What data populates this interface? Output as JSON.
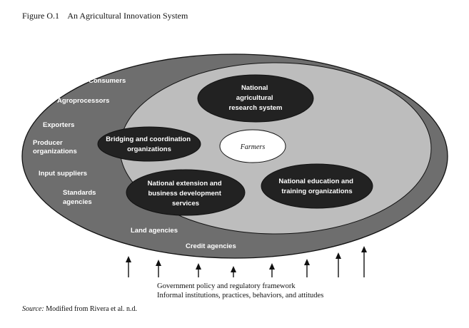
{
  "figure": {
    "number": "Figure O.1",
    "title": "An Agricultural Innovation System"
  },
  "outer_ring": {
    "labels": [
      [
        "Consumers"
      ],
      [
        "Agroprocessors"
      ],
      [
        "Exporters"
      ],
      [
        "Producer",
        "organizations"
      ],
      [
        "Input suppliers"
      ],
      [
        "Standards",
        "agencies"
      ],
      [
        "Land agencies"
      ],
      [
        "Credit agencies"
      ]
    ]
  },
  "inner_nodes": [
    [
      "National",
      "agricultural",
      "research system"
    ],
    [
      "Bridging and coordination",
      "organizations"
    ],
    [
      "National extension and",
      "business development",
      "services"
    ],
    [
      "National education and",
      "training organizations"
    ]
  ],
  "center": {
    "label": "Farmers"
  },
  "external_factors": [
    "Government policy and regulatory framework",
    "Informal institutions, practices, behaviors, and attitudes"
  ],
  "source": {
    "label": "Source:",
    "text": "Modified from Rivera et al. n.d."
  },
  "colors": {
    "outer_ellipse": "#6e6e6e",
    "inner_ellipse": "#bdbdbd",
    "node_fill": "#222222",
    "center_fill": "#ffffff",
    "arrow": "#111111"
  }
}
